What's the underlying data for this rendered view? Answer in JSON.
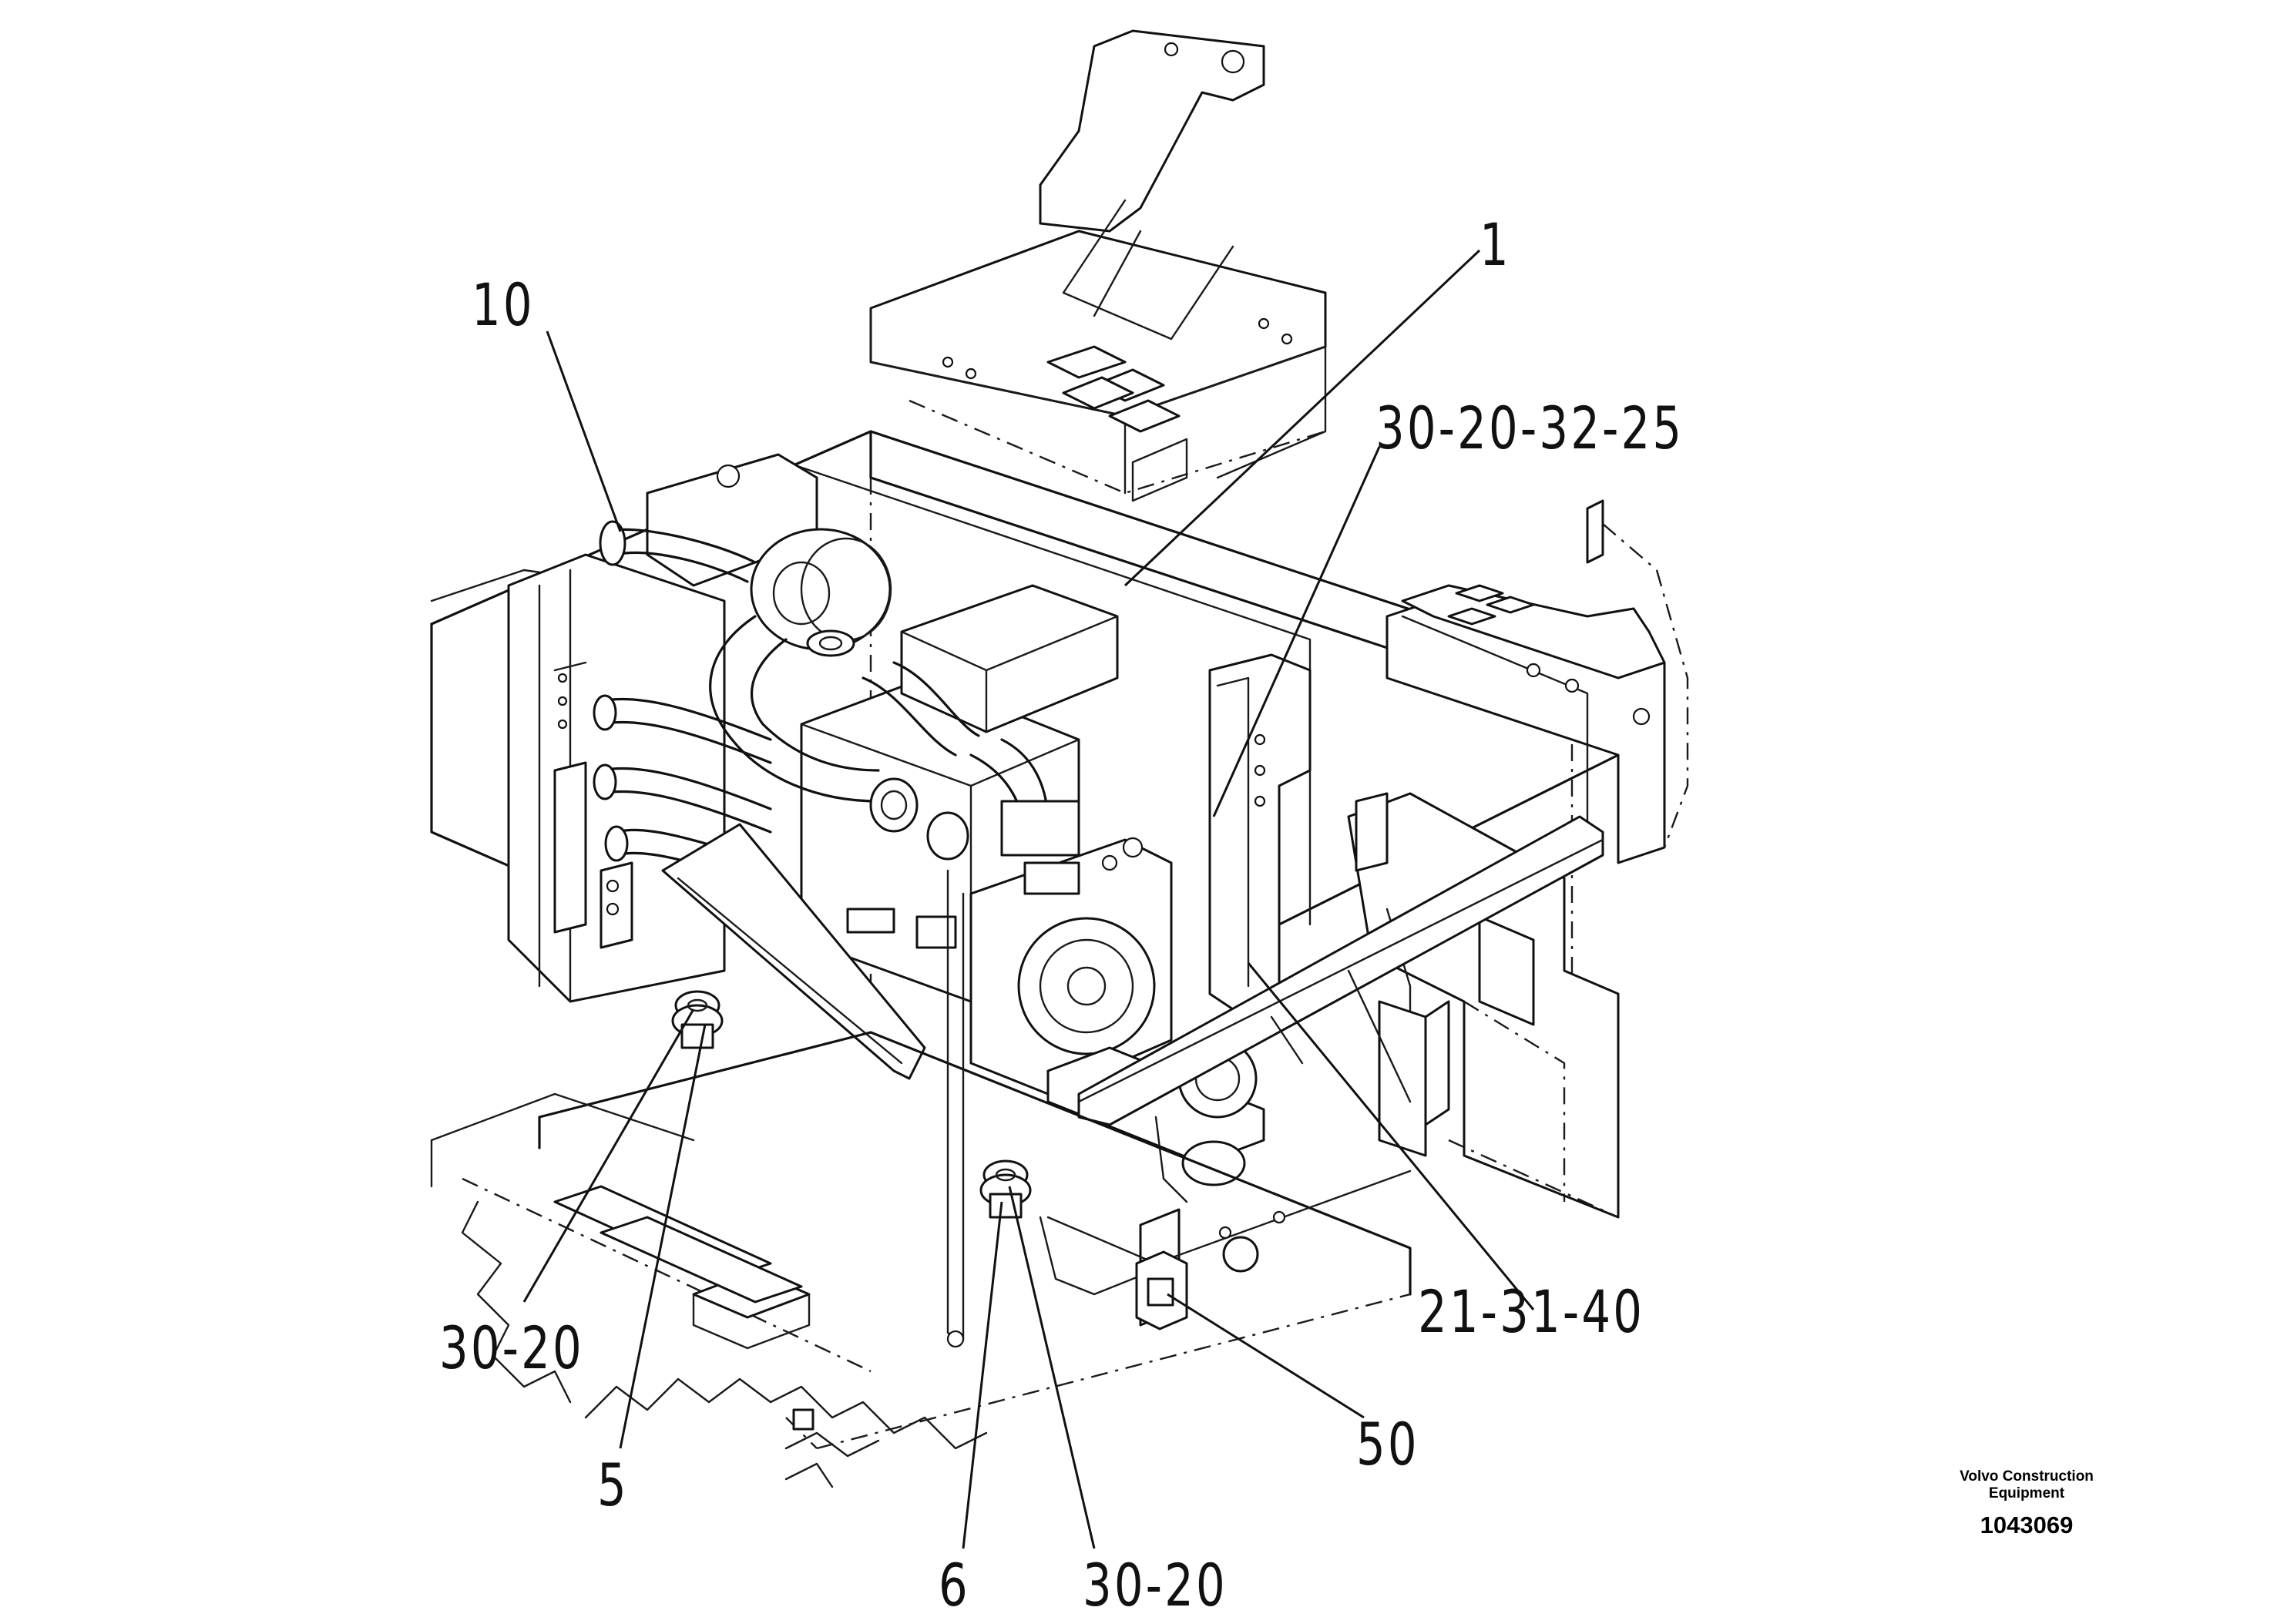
{
  "callouts": {
    "c1": "1",
    "c10": "10",
    "c30_20_32_25": "30-20-32-25",
    "c21_31_40": "21-31-40",
    "c30_20_left": "30-20",
    "c5": "5",
    "c6": "6",
    "c30_20_bottom": "30-20",
    "c50": "50"
  },
  "footer": {
    "brand_line1": "Volvo Construction",
    "brand_line2": "Equipment",
    "drawing_number": "1043069"
  }
}
